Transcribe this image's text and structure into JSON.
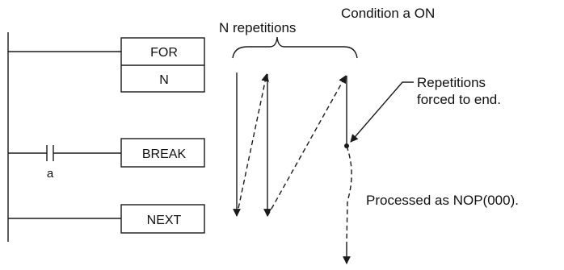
{
  "ladder": {
    "instructions": [
      {
        "id": "for",
        "label": "FOR",
        "operand": "N"
      },
      {
        "id": "break",
        "label": "BREAK"
      },
      {
        "id": "next",
        "label": "NEXT"
      }
    ],
    "contact_label": "a"
  },
  "annotations": {
    "n_repetitions": "N repetitions",
    "condition_on": "Condition a ON",
    "forced_end_line1": "Repetitions",
    "forced_end_line2": "forced to end.",
    "processed_as_nop": "Processed as NOP(000)."
  },
  "colors": {
    "stroke": "#1a1a1a",
    "text": "#111111"
  }
}
